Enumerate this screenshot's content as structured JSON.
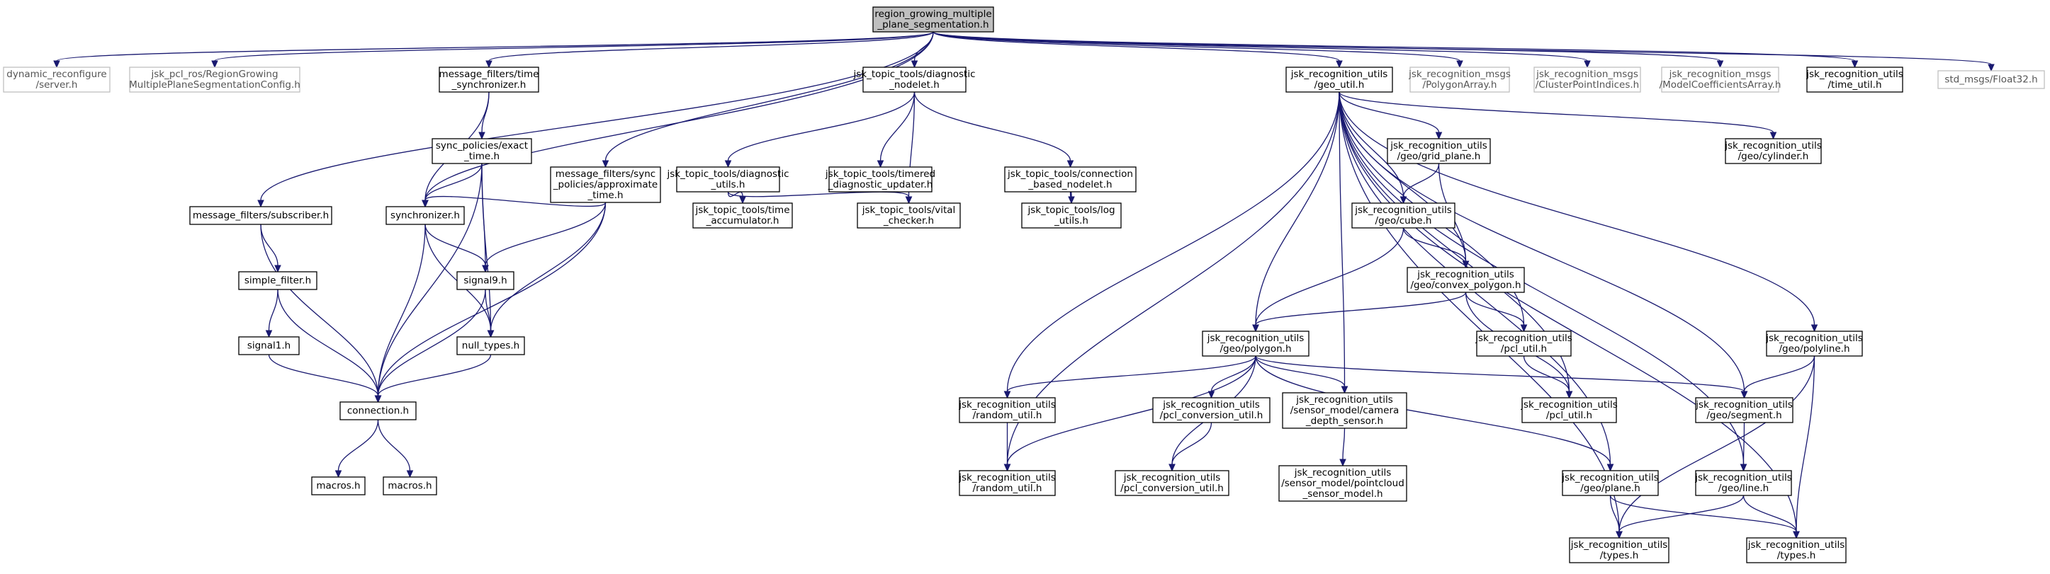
{
  "graph": {
    "root": "region_growing_multiple_plane_segmentation",
    "nodes": [
      {
        "id": "root",
        "lines": [
          "region_growing_multiple",
          "_plane_segmentation.h"
        ],
        "style": "root"
      },
      {
        "id": "dyn",
        "lines": [
          "dynamic_reconfigure",
          "/server.h"
        ],
        "style": "ext"
      },
      {
        "id": "cfg",
        "lines": [
          "jsk_pcl_ros/RegionGrowing",
          "MultiplePlaneSegmentationConfig.h"
        ],
        "style": "ext"
      },
      {
        "id": "mfts",
        "lines": [
          "message_filters/time",
          "_synchronizer.h"
        ],
        "style": "normal"
      },
      {
        "id": "mfsub",
        "lines": [
          "message_filters/subscriber.h"
        ],
        "style": "normal"
      },
      {
        "id": "spexact",
        "lines": [
          "sync_policies/exact",
          "_time.h"
        ],
        "style": "normal"
      },
      {
        "id": "mfapprox",
        "lines": [
          "message_filters/sync",
          "_policies/approximate",
          "_time.h"
        ],
        "style": "normal"
      },
      {
        "id": "sync",
        "lines": [
          "synchronizer.h"
        ],
        "style": "normal"
      },
      {
        "id": "simple",
        "lines": [
          "simple_filter.h"
        ],
        "style": "normal"
      },
      {
        "id": "signal9",
        "lines": [
          "signal9.h"
        ],
        "style": "normal"
      },
      {
        "id": "signal1",
        "lines": [
          "signal1.h"
        ],
        "style": "normal"
      },
      {
        "id": "nulltypes",
        "lines": [
          "null_types.h"
        ],
        "style": "normal"
      },
      {
        "id": "conn",
        "lines": [
          "connection.h"
        ],
        "style": "normal"
      },
      {
        "id": "macros1",
        "lines": [
          "macros.h"
        ],
        "style": "normal"
      },
      {
        "id": "macros2",
        "lines": [
          "macros.h"
        ],
        "style": "normal"
      },
      {
        "id": "diagnodelet",
        "lines": [
          "jsk_topic_tools/diagnostic",
          "_nodelet.h"
        ],
        "style": "normal"
      },
      {
        "id": "diagutils",
        "lines": [
          "jsk_topic_tools/diagnostic",
          "_utils.h"
        ],
        "style": "normal"
      },
      {
        "id": "timered",
        "lines": [
          "jsk_topic_tools/timered",
          "_diagnostic_updater.h"
        ],
        "style": "normal"
      },
      {
        "id": "connbased",
        "lines": [
          "jsk_topic_tools/connection",
          "_based_nodelet.h"
        ],
        "style": "normal"
      },
      {
        "id": "timeacc",
        "lines": [
          "jsk_topic_tools/time",
          "_accumulator.h"
        ],
        "style": "normal"
      },
      {
        "id": "vital",
        "lines": [
          "jsk_topic_tools/vital",
          "_checker.h"
        ],
        "style": "normal"
      },
      {
        "id": "logutils",
        "lines": [
          "jsk_topic_tools/log",
          "_utils.h"
        ],
        "style": "normal"
      },
      {
        "id": "geoutil",
        "lines": [
          "jsk_recognition_utils",
          "/geo_util.h"
        ],
        "style": "normal"
      },
      {
        "id": "polyarr",
        "lines": [
          "jsk_recognition_msgs",
          "/PolygonArray.h"
        ],
        "style": "ext"
      },
      {
        "id": "clusteridx",
        "lines": [
          "jsk_recognition_msgs",
          "/ClusterPointIndices.h"
        ],
        "style": "ext"
      },
      {
        "id": "modelcoef",
        "lines": [
          "jsk_recognition_msgs",
          "/ModelCoefficientsArray.h"
        ],
        "style": "ext"
      },
      {
        "id": "timeutil",
        "lines": [
          "jsk_recognition_utils",
          "/time_util.h"
        ],
        "style": "normal"
      },
      {
        "id": "float32",
        "lines": [
          "std_msgs/Float32.h"
        ],
        "style": "ext"
      },
      {
        "id": "gridplane",
        "lines": [
          "jsk_recognition_utils",
          "/geo/grid_plane.h"
        ],
        "style": "normal"
      },
      {
        "id": "cylinder",
        "lines": [
          "jsk_recognition_utils",
          "/geo/cylinder.h"
        ],
        "style": "normal"
      },
      {
        "id": "cube",
        "lines": [
          "jsk_recognition_utils",
          "/geo/cube.h"
        ],
        "style": "normal"
      },
      {
        "id": "convex",
        "lines": [
          "jsk_recognition_utils",
          "/geo/convex_polygon.h"
        ],
        "style": "normal"
      },
      {
        "id": "polygon",
        "lines": [
          "jsk_recognition_utils",
          "/geo/polygon.h"
        ],
        "style": "normal"
      },
      {
        "id": "pclutil_a",
        "lines": [
          "jsk_recognition_utils",
          "/pcl_util.h"
        ],
        "style": "normal"
      },
      {
        "id": "pclutil_b",
        "lines": [
          "jsk_recognition_utils",
          "/pcl_util.h"
        ],
        "style": "normal"
      },
      {
        "id": "polyline",
        "lines": [
          "jsk_recognition_utils",
          "/geo/polyline.h"
        ],
        "style": "normal"
      },
      {
        "id": "randutil_a",
        "lines": [
          "jsk_recognition_utils",
          "/random_util.h"
        ],
        "style": "normal"
      },
      {
        "id": "pclconv_a",
        "lines": [
          "jsk_recognition_utils",
          "/pcl_conversion_util.h"
        ],
        "style": "normal"
      },
      {
        "id": "camdepth",
        "lines": [
          "jsk_recognition_utils",
          "/sensor_model/camera",
          "_depth_sensor.h"
        ],
        "style": "normal"
      },
      {
        "id": "segment",
        "lines": [
          "jsk_recognition_utils",
          "/geo/segment.h"
        ],
        "style": "normal"
      },
      {
        "id": "randutil_b",
        "lines": [
          "jsk_recognition_utils",
          "/random_util.h"
        ],
        "style": "normal"
      },
      {
        "id": "pclconv_b",
        "lines": [
          "jsk_recognition_utils",
          "/pcl_conversion_util.h"
        ],
        "style": "normal"
      },
      {
        "id": "pointcloud",
        "lines": [
          "jsk_recognition_utils",
          "/sensor_model/pointcloud",
          "_sensor_model.h"
        ],
        "style": "normal"
      },
      {
        "id": "plane",
        "lines": [
          "jsk_recognition_utils",
          "/geo/plane.h"
        ],
        "style": "normal"
      },
      {
        "id": "line",
        "lines": [
          "jsk_recognition_utils",
          "/geo/line.h"
        ],
        "style": "normal"
      },
      {
        "id": "types_a",
        "lines": [
          "jsk_recognition_utils",
          "/types.h"
        ],
        "style": "normal"
      },
      {
        "id": "types_b",
        "lines": [
          "jsk_recognition_utils",
          "/types.h"
        ],
        "style": "normal"
      }
    ],
    "edges": [
      [
        "root",
        "dyn"
      ],
      [
        "root",
        "cfg"
      ],
      [
        "root",
        "mfts"
      ],
      [
        "root",
        "mfsub"
      ],
      [
        "root",
        "sync"
      ],
      [
        "root",
        "mfapprox"
      ],
      [
        "root",
        "diagnodelet"
      ],
      [
        "root",
        "geoutil"
      ],
      [
        "root",
        "polyarr"
      ],
      [
        "root",
        "clusteridx"
      ],
      [
        "root",
        "modelcoef"
      ],
      [
        "root",
        "timeutil"
      ],
      [
        "root",
        "float32"
      ],
      [
        "mfts",
        "spexact"
      ],
      [
        "mfts",
        "sync"
      ],
      [
        "spexact",
        "sync"
      ],
      [
        "spexact",
        "signal9"
      ],
      [
        "spexact",
        "nulltypes"
      ],
      [
        "spexact",
        "conn"
      ],
      [
        "mfapprox",
        "sync"
      ],
      [
        "mfapprox",
        "signal9"
      ],
      [
        "mfapprox",
        "nulltypes"
      ],
      [
        "mfapprox",
        "conn"
      ],
      [
        "sync",
        "signal9"
      ],
      [
        "sync",
        "nulltypes"
      ],
      [
        "sync",
        "conn"
      ],
      [
        "signal9",
        "nulltypes"
      ],
      [
        "signal9",
        "conn"
      ],
      [
        "nulltypes",
        "conn"
      ],
      [
        "mfsub",
        "simple"
      ],
      [
        "mfsub",
        "conn"
      ],
      [
        "simple",
        "signal1"
      ],
      [
        "simple",
        "conn"
      ],
      [
        "signal1",
        "conn"
      ],
      [
        "conn",
        "macros1"
      ],
      [
        "conn",
        "macros2"
      ],
      [
        "diagnodelet",
        "diagutils"
      ],
      [
        "diagnodelet",
        "timered"
      ],
      [
        "diagnodelet",
        "connbased"
      ],
      [
        "diagnodelet",
        "vital"
      ],
      [
        "diagutils",
        "timeacc"
      ],
      [
        "diagutils",
        "vital"
      ],
      [
        "connbased",
        "logutils"
      ],
      [
        "geoutil",
        "randutil_b"
      ],
      [
        "geoutil",
        "randutil_a"
      ],
      [
        "geoutil",
        "polygon"
      ],
      [
        "geoutil",
        "camdepth"
      ],
      [
        "geoutil",
        "cube"
      ],
      [
        "geoutil",
        "gridplane"
      ],
      [
        "geoutil",
        "convex"
      ],
      [
        "geoutil",
        "pclutil_a"
      ],
      [
        "geoutil",
        "pclutil_b"
      ],
      [
        "geoutil",
        "types_a"
      ],
      [
        "geoutil",
        "plane"
      ],
      [
        "geoutil",
        "segment"
      ],
      [
        "geoutil",
        "line"
      ],
      [
        "geoutil",
        "cylinder"
      ],
      [
        "geoutil",
        "polyline"
      ],
      [
        "geoutil",
        "types_b"
      ],
      [
        "gridplane",
        "cube"
      ],
      [
        "gridplane",
        "convex"
      ],
      [
        "cube",
        "convex"
      ],
      [
        "cube",
        "polygon"
      ],
      [
        "convex",
        "polygon"
      ],
      [
        "convex",
        "pclutil_a"
      ],
      [
        "convex",
        "pclutil_b"
      ],
      [
        "polygon",
        "randutil_a"
      ],
      [
        "polygon",
        "randutil_b"
      ],
      [
        "polygon",
        "pclconv_a"
      ],
      [
        "polygon",
        "pclconv_b"
      ],
      [
        "polygon",
        "camdepth"
      ],
      [
        "polygon",
        "segment"
      ],
      [
        "polygon",
        "plane"
      ],
      [
        "pclutil_a",
        "pclutil_b"
      ],
      [
        "randutil_a",
        "randutil_b"
      ],
      [
        "pclconv_a",
        "pclconv_b"
      ],
      [
        "camdepth",
        "pointcloud"
      ],
      [
        "polyline",
        "segment"
      ],
      [
        "polyline",
        "types_a"
      ],
      [
        "polyline",
        "types_b"
      ],
      [
        "segment",
        "line"
      ],
      [
        "plane",
        "types_a"
      ],
      [
        "plane",
        "types_b"
      ],
      [
        "line",
        "types_a"
      ],
      [
        "line",
        "types_b"
      ]
    ]
  }
}
